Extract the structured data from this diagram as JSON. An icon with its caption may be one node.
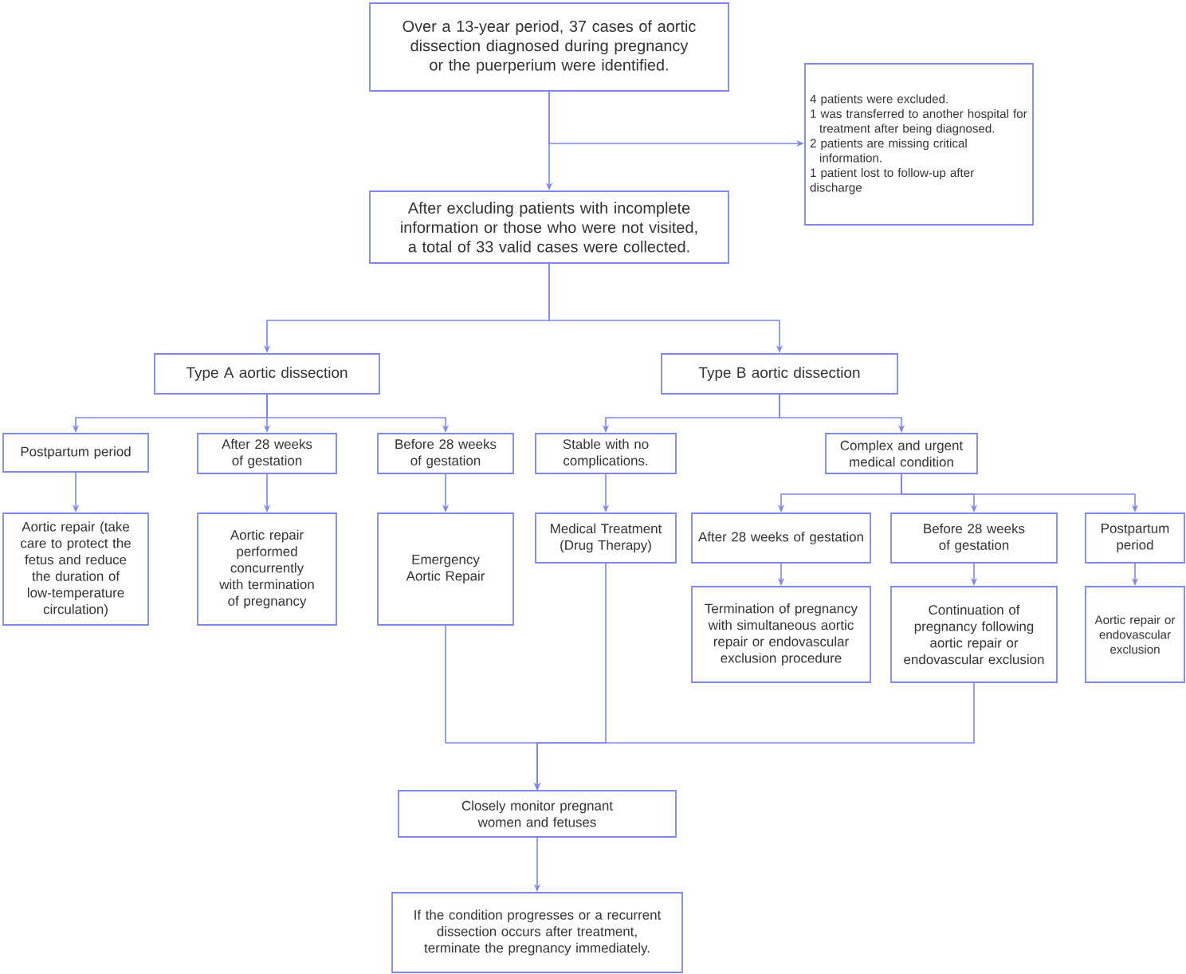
{
  "diagram": {
    "nodes": [
      {
        "text": [
          "Over a 13-year period, 37 cases of aortic dissection diagnosed during pregnancy or the puerperium were identified."
        ]
      },
      {
        "text": [
          "4 patients were excluded.",
          "1 was transferred to another hospital for treatment after being diagnosed.",
          "2 patients are missing critical information.",
          "1 patient lost to follow-up after discharge"
        ]
      },
      {
        "text": [
          "After excluding patients with incomplete information or those who were not visited, a total of 33 valid cases were collected."
        ]
      },
      {
        "text": [
          "Type A aortic dissection"
        ]
      },
      {
        "text": [
          "Type B aortic dissection"
        ]
      },
      {
        "text": [
          "Postpartum period"
        ]
      },
      {
        "text": [
          "After 28 weeks of gestation"
        ]
      },
      {
        "text": [
          "Before 28 weeks of gestation"
        ]
      },
      {
        "text": [
          "Stable with no complications."
        ]
      },
      {
        "text": [
          "Complex and urgent medical condition"
        ]
      },
      {
        "text": [
          "Aortic repair  (take care to protect the fetus and reduce the duration of low-temperature circulation)"
        ]
      },
      {
        "text": [
          "Aortic repair performed concurrently with termination of pregnancy"
        ]
      },
      {
        "text": [
          "Emergency Aortic Repair"
        ]
      },
      {
        "text": [
          "Medical Treatment (Drug Therapy)"
        ]
      },
      {
        "text": [
          "After 28 weeks of gestation"
        ]
      },
      {
        "text": [
          "Before 28 weeks of gestation"
        ]
      },
      {
        "text": [
          "Postpartum period"
        ]
      },
      {
        "text": [
          "Termination of pregnancy with simultaneous aortic repair or endovascular exclusion procedure"
        ]
      },
      {
        "text": [
          "Continuation of pregnancy following aortic repair or endovascular exclusion"
        ]
      },
      {
        "text": [
          "Aortic repair or endovascular exclusion"
        ]
      },
      {
        "text": [
          "Closely monitor pregnant women and fetuses"
        ]
      },
      {
        "text": [
          "If the condition progresses or a recurrent dissection occurs after treatment, terminate the pregnancy immediately."
        ]
      }
    ],
    "edges": [
      {
        "from": 0,
        "to": 2,
        "arrow": "to"
      },
      {
        "from": 0,
        "to": 1,
        "arrow": "to"
      },
      {
        "from": 2,
        "to": 3,
        "arrow": "to"
      },
      {
        "from": 2,
        "to": 4,
        "arrow": "to"
      },
      {
        "from": 3,
        "to": 5,
        "arrow": "to"
      },
      {
        "from": 3,
        "to": 6,
        "arrow": "to"
      },
      {
        "from": 3,
        "to": 7,
        "arrow": "to"
      },
      {
        "from": 4,
        "to": 8,
        "arrow": "to"
      },
      {
        "from": 4,
        "to": 9,
        "arrow": "to"
      },
      {
        "from": 5,
        "to": 10,
        "arrow": "to"
      },
      {
        "from": 6,
        "to": 11,
        "arrow": "to"
      },
      {
        "from": 7,
        "to": 12,
        "arrow": "to"
      },
      {
        "from": 8,
        "to": 13,
        "arrow": "to"
      },
      {
        "from": 9,
        "to": 14,
        "arrow": "to"
      },
      {
        "from": 9,
        "to": 15,
        "arrow": "to"
      },
      {
        "from": 9,
        "to": 16,
        "arrow": "to"
      },
      {
        "from": 14,
        "to": 17,
        "arrow": "to"
      },
      {
        "from": 15,
        "to": 18,
        "arrow": "to"
      },
      {
        "from": 16,
        "to": 19,
        "arrow": "to"
      },
      {
        "from": 12,
        "to": 20,
        "arrow": "to"
      },
      {
        "from": 13,
        "to": 20,
        "arrow": "to"
      },
      {
        "from": 18,
        "to": 20,
        "arrow": "to"
      },
      {
        "from": 20,
        "to": 21,
        "arrow": "to"
      }
    ]
  }
}
